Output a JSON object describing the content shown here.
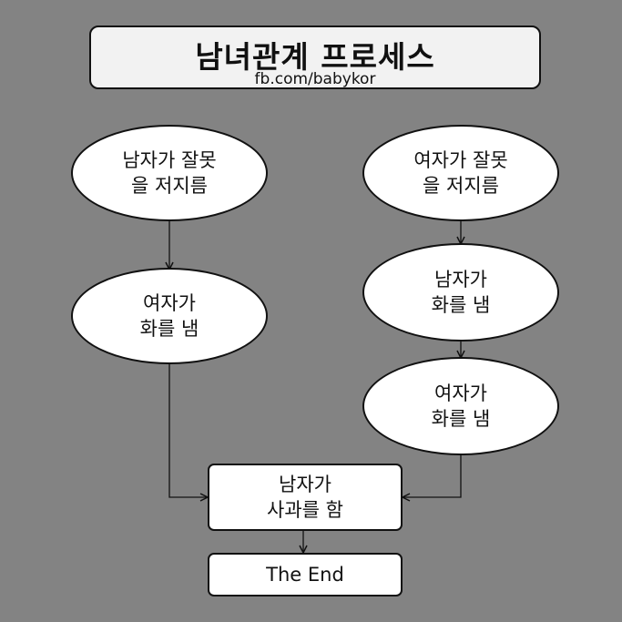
{
  "header": {
    "title": "남녀관계 프로세스",
    "source": "fb.com/babykor"
  },
  "nodes": {
    "left_start": {
      "line1": "남자가 잘못",
      "line2": "을 저지름"
    },
    "left_angry": {
      "line1": "여자가",
      "line2": "화를 냄"
    },
    "right_start": {
      "line1": "여자가 잘못",
      "line2": "을 저지름"
    },
    "right_man_angry": {
      "line1": "남자가",
      "line2": "화를 냄"
    },
    "right_woman_angry": {
      "line1": "여자가",
      "line2": "화를 냄"
    },
    "apology": {
      "line1": "남자가",
      "line2": "사과를 함"
    },
    "end": {
      "label": "The End"
    }
  },
  "colors": {
    "background": "#838383",
    "node_fill": "#ffffff",
    "title_fill": "#f2f2f2",
    "stroke": "#111111"
  }
}
